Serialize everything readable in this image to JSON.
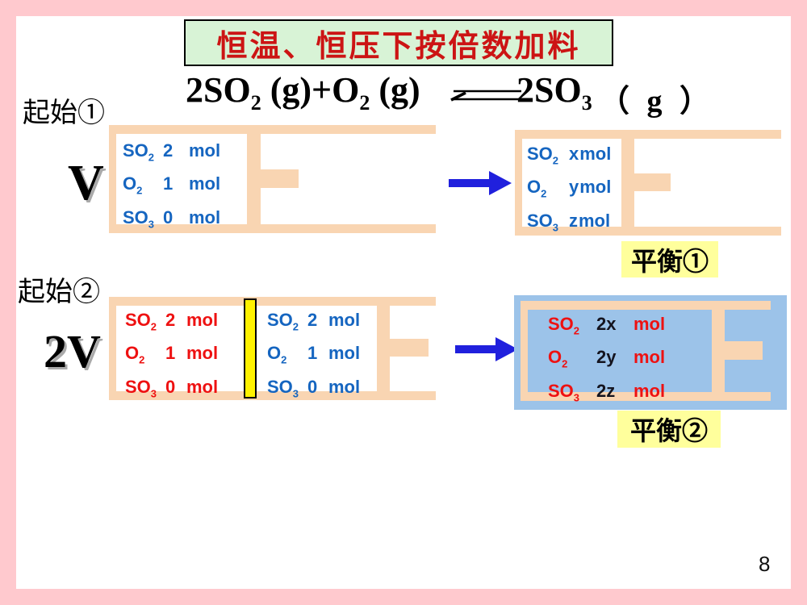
{
  "slide": {
    "page_number": "8"
  },
  "title": {
    "text": "恒温、恒压下按倍数加料"
  },
  "equation": {
    "lhs1_base": "2SO",
    "lhs1_sub": "2",
    "lhs1_state": " (g)",
    "plus": "+",
    "lhs2_base": "O",
    "lhs2_sub": "2",
    "lhs2_state": " (g)",
    "rhs_base": "2SO",
    "rhs_sub": "3",
    "rhs_state": "（ g ）"
  },
  "row1": {
    "stage_label": "起始①",
    "volume_label": "V",
    "initial": {
      "lines": [
        {
          "f": "SO",
          "s": "2",
          "a": "2",
          "u": "mol"
        },
        {
          "f": "O",
          "s": "2",
          "a": "1",
          "u": "mol"
        },
        {
          "f": "SO",
          "s": "3",
          "a": "0",
          "u": "mol"
        }
      ]
    },
    "equilibrium": {
      "label": "平衡①",
      "lines": [
        {
          "f": "SO",
          "s": "2",
          "a": "x",
          "u": "mol"
        },
        {
          "f": "O",
          "s": "2",
          "a": "y",
          "u": "mol"
        },
        {
          "f": "SO",
          "s": "3",
          "a": "z",
          "u": "mol"
        }
      ]
    }
  },
  "row2": {
    "stage_label": "起始②",
    "volume_label": "2V",
    "initial_left": {
      "lines": [
        {
          "f": "SO",
          "s": "2",
          "a": "2",
          "u": "mol"
        },
        {
          "f": "O",
          "s": "2",
          "a": "1",
          "u": "mol"
        },
        {
          "f": "SO",
          "s": "3",
          "a": "0",
          "u": "mol"
        }
      ]
    },
    "initial_right": {
      "lines": [
        {
          "f": "SO",
          "s": "2",
          "a": "2",
          "u": "mol"
        },
        {
          "f": "O",
          "s": "2",
          "a": "1",
          "u": "mol"
        },
        {
          "f": "SO",
          "s": "3",
          "a": "0",
          "u": "mol"
        }
      ]
    },
    "equilibrium": {
      "label": "平衡②",
      "lines": [
        {
          "f": "SO",
          "s": "2",
          "a": "2x",
          "u": "mol"
        },
        {
          "f": "O",
          "s": "2",
          "a": "2y",
          "u": "mol"
        },
        {
          "f": "SO",
          "s": "3",
          "a": "2z",
          "u": "mol"
        }
      ]
    }
  },
  "colors": {
    "frame_pink": "#FFC9CE",
    "title_green": "#D8F3D6",
    "title_red": "#CC1414",
    "cylinder_peach": "#F9D5B2",
    "gas_blue_text": "#1565C0",
    "gas_red_text": "#EE1111",
    "multiplier_black": "#14141F",
    "arrow_blue": "#2020DD",
    "equilibrium2_bg": "#9CC3E9",
    "divider_yellow": "#FFF200",
    "label_yellow": "#FFFF9C"
  }
}
